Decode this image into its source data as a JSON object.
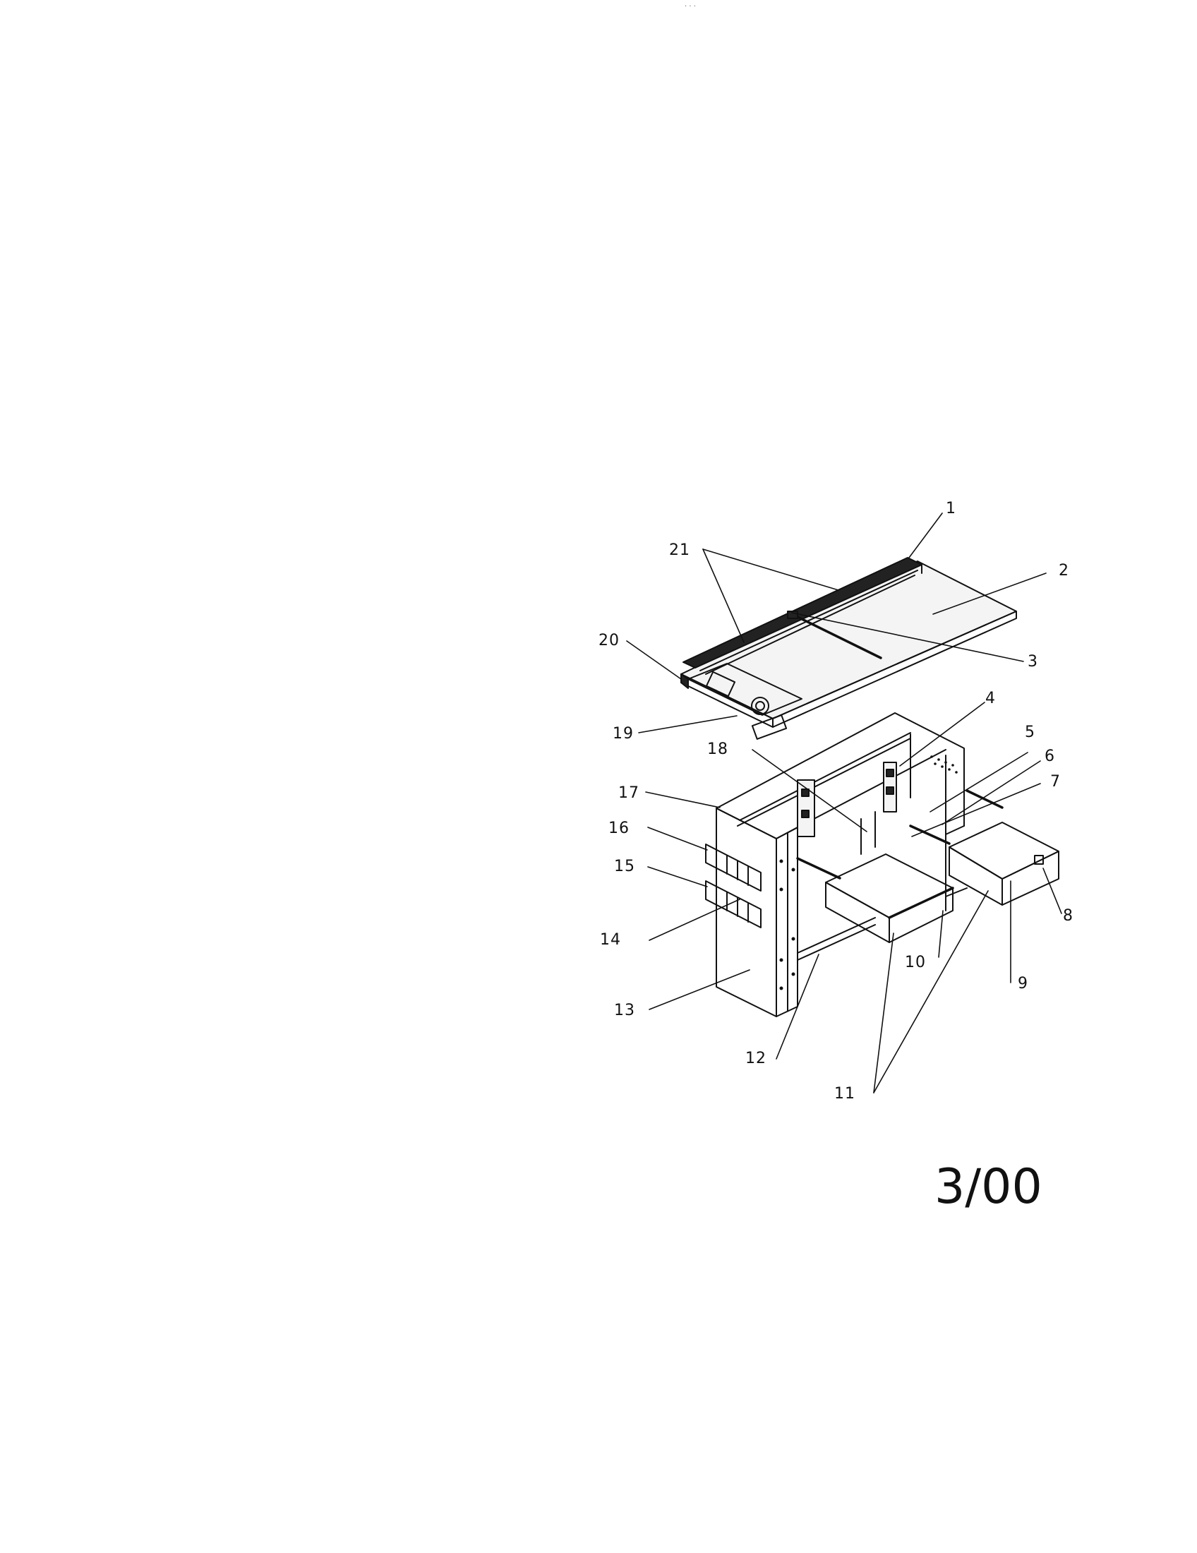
{
  "callouts": [
    "1",
    "2",
    "3",
    "4",
    "5",
    "6",
    "7",
    "8",
    "9",
    "10",
    "11",
    "12",
    "13",
    "14",
    "15",
    "16",
    "17",
    "18",
    "19",
    "20",
    "21"
  ],
  "page_code": "3/00"
}
